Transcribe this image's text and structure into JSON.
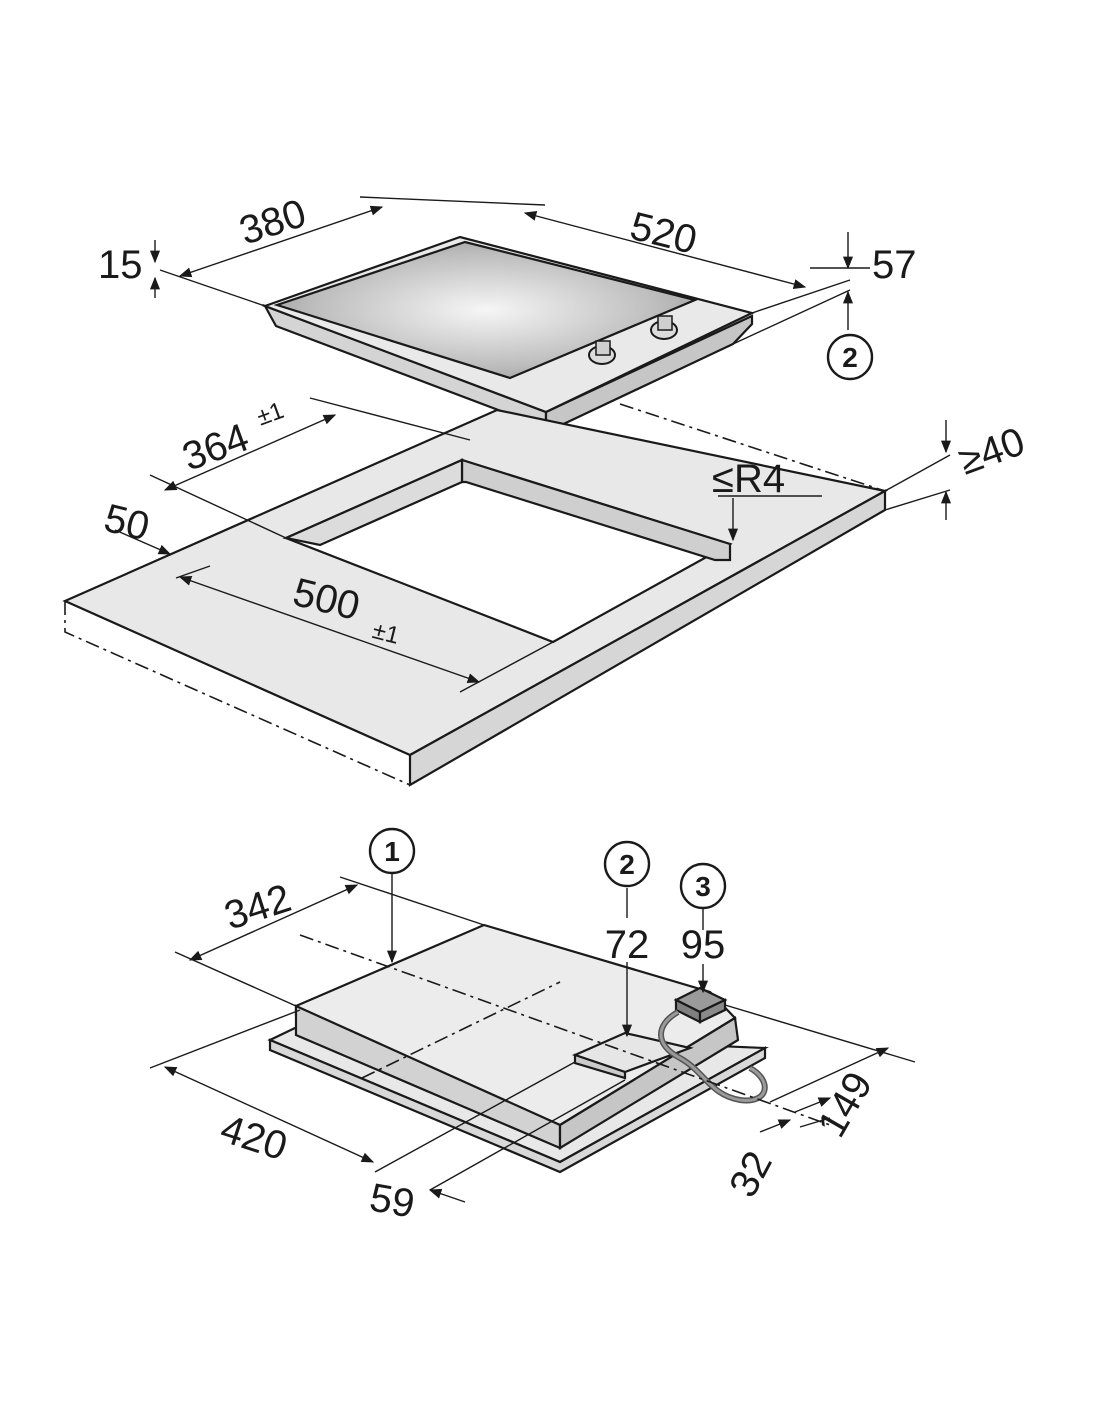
{
  "hob_top": {
    "width": "520",
    "depth": "380",
    "thickness": "15",
    "height": "57",
    "callout": "2"
  },
  "cutout": {
    "depth": "364",
    "depth_tolerance": "±1",
    "width": "500",
    "width_tolerance": "±1",
    "front_offset": "50",
    "corner_radius": "≤R4",
    "worktop_thickness": "≥40"
  },
  "hob_bottom": {
    "depth": "342",
    "width": "420",
    "offset_front": "59",
    "box_depth": "32",
    "box_offset": "149",
    "callout_1": "1",
    "callout_2": "2",
    "callout_3": "3",
    "label_72": "72",
    "label_95": "95"
  },
  "colors": {
    "line": "#1a1a1a",
    "surface": "#e8e8e8",
    "glass_dark": "#8c8c8c",
    "glass_light": "#f4f4f4",
    "side": "#d2d2d2"
  }
}
